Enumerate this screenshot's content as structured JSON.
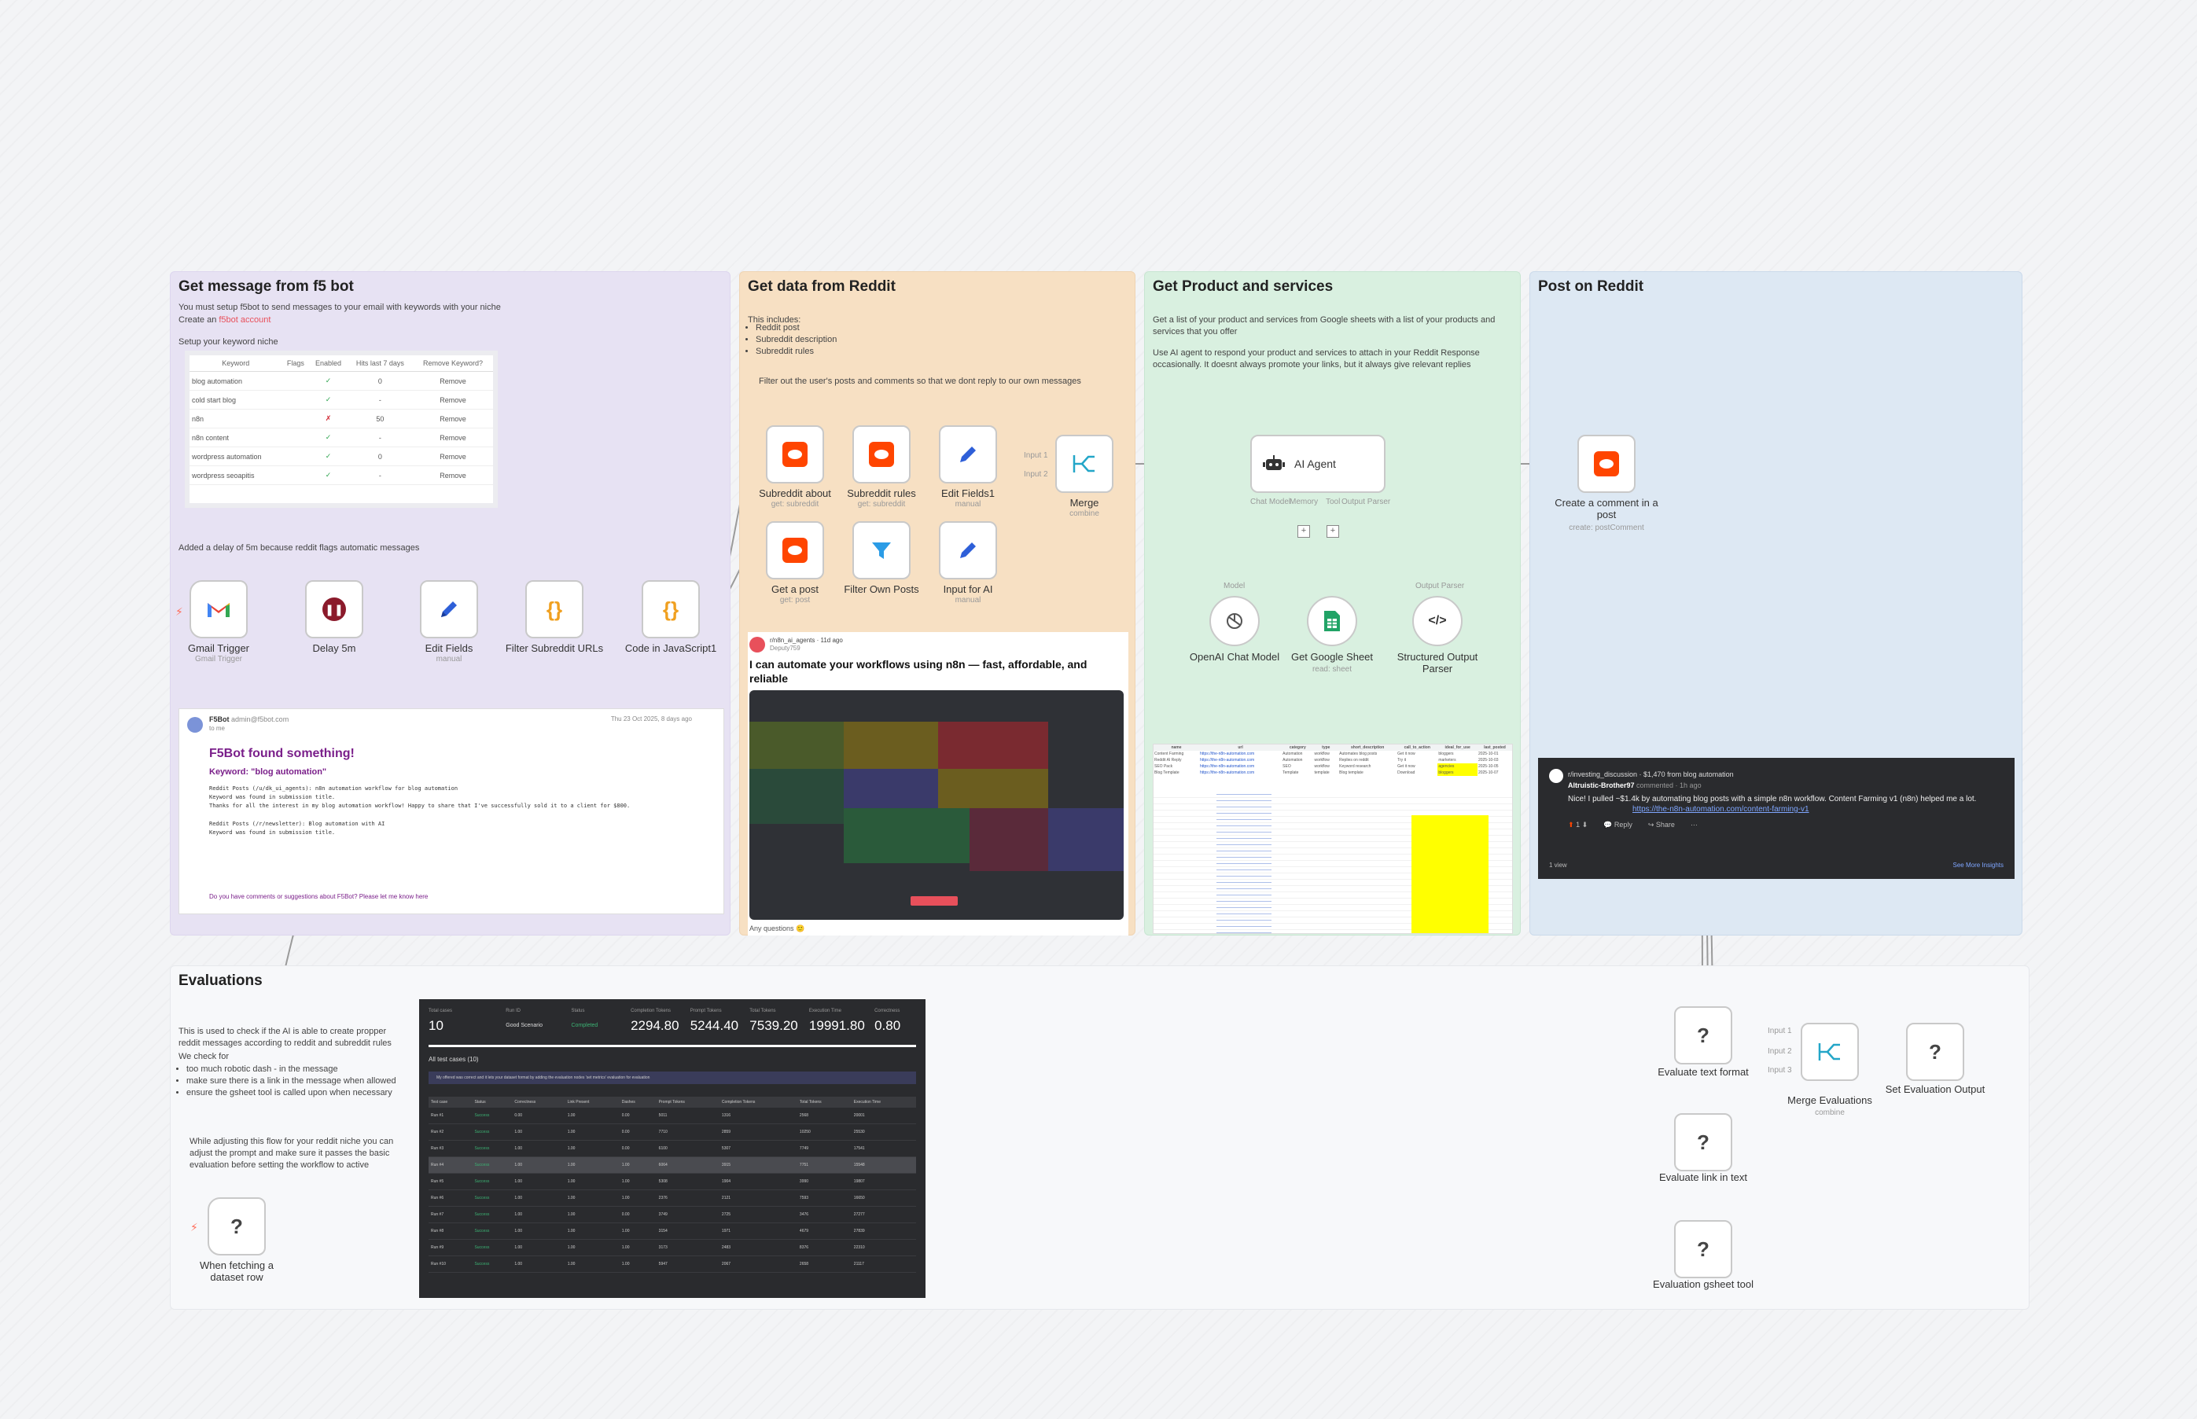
{
  "sections": {
    "f5bot": {
      "title": "Get message from f5 bot",
      "line1": "You must setup f5bot to send messages to your email with keywords with your niche",
      "line2_prefix": "Create an ",
      "line2_link": "f5bot account",
      "setup_label": "Setup your keyword niche",
      "delay_note": "Added a delay of 5m because reddit flags automatic messages"
    },
    "reddit": {
      "title": "Get data from Reddit",
      "includes": "This includes:",
      "bullets": [
        "Reddit post",
        "Subreddit description",
        "Subreddit rules"
      ],
      "filter_note": "Filter out the user's posts and comments so that we dont reply to our own messages"
    },
    "products": {
      "title": "Get Product and services",
      "line1": "Get a list of your product and services from Google sheets with a list of your products and services that you offer",
      "line2": "Use AI agent to respond your product and services to attach in your Reddit Response occasionally. It doesnt always promote your links, but it always give relevant replies"
    },
    "post": {
      "title": "Post on Reddit"
    },
    "evaluations": {
      "title": "Evaluations",
      "line1": "This is used to check if the AI is able to create propper reddit messages according to reddit and subreddit rules",
      "we_check": "We check for",
      "bullets": [
        "too much robotic dash - in the message",
        "make sure there is a link in the message when allowed",
        "ensure the gsheet tool is called upon when necessary"
      ],
      "tip": "While adjusting this flow for your reddit niche you can adjust the prompt and make sure it passes the basic evaluation before setting the workflow to active"
    }
  },
  "keyword_table": {
    "headers": [
      "Keyword",
      "Flags",
      "Enabled",
      "Hits last 7 days",
      "Remove Keyword?"
    ],
    "rows": [
      [
        "blog automation",
        "",
        "✓",
        "0",
        "Remove"
      ],
      [
        "cold start blog",
        "",
        "✓",
        "-",
        "Remove"
      ],
      [
        "n8n",
        "",
        "✗",
        "50",
        "Remove"
      ],
      [
        "n8n content",
        "",
        "✓",
        "-",
        "Remove"
      ],
      [
        "wordpress automation",
        "",
        "✓",
        "0",
        "Remove"
      ],
      [
        "wordpress seoapitis",
        "",
        "✓",
        "-",
        "Remove"
      ]
    ]
  },
  "nodes": {
    "gmail_trigger": {
      "label": "Gmail Trigger",
      "sub": "Gmail Trigger"
    },
    "delay": {
      "label": "Delay 5m"
    },
    "edit_fields": {
      "label": "Edit Fields",
      "sub": "manual"
    },
    "filter_urls": {
      "label": "Filter Subreddit URLs"
    },
    "code_js": {
      "label": "Code in JavaScript1"
    },
    "subreddit_about": {
      "label": "Subreddit about",
      "sub": "get: subreddit"
    },
    "subreddit_rules": {
      "label": "Subreddit rules",
      "sub": "get: subreddit"
    },
    "edit_fields1": {
      "label": "Edit Fields1",
      "sub": "manual"
    },
    "get_post": {
      "label": "Get a post",
      "sub": "get: post"
    },
    "filter_own": {
      "label": "Filter Own Posts"
    },
    "input_ai": {
      "label": "Input for AI",
      "sub": "manual"
    },
    "merge": {
      "label": "Merge",
      "sub": "combine",
      "input1": "Input 1",
      "input2": "Input 2"
    },
    "ai_agent": {
      "label": "AI Agent",
      "chat_model": "Chat Model",
      "memory": "Memory",
      "tool": "Tool",
      "output_parser": "Output Parser"
    },
    "openai": {
      "label": "OpenAI Chat Model",
      "top": "Model"
    },
    "gsheet": {
      "label": "Get Google Sheet",
      "sub": "read: sheet"
    },
    "structured": {
      "label": "Structured Output Parser",
      "top": "Output Parser"
    },
    "create_comment": {
      "label": "Create a comment in a post",
      "sub": "create: postComment"
    },
    "when_fetching": {
      "label": "When fetching a dataset row"
    },
    "eval_text": {
      "label": "Evaluate text format"
    },
    "eval_link": {
      "label": "Evaluate link in text"
    },
    "eval_gsheet": {
      "label": "Evaluation gsheet tool"
    },
    "merge_evals": {
      "label": "Merge Evaluations",
      "sub": "combine",
      "in1": "Input 1",
      "in2": "Input 2",
      "in3": "Input 3"
    },
    "set_eval": {
      "label": "Set Evaluation Output"
    }
  },
  "email": {
    "from": "F5Bot",
    "from_addr": "admin@f5bot.com",
    "to": "to me",
    "date": "Thu 23 Oct 2025, 8 days ago",
    "heading": "F5Bot found something!",
    "keyword": "Keyword: \"blog automation\"",
    "body1": "Reddit Posts (/u/dk_ui_agents): n8n automation workflow for blog automation",
    "body2": "Keyword was found in submission title.",
    "body3": "Thanks for all the interest in my blog automation workflow! Happy to share that I've successfully sold it to a client for $800.",
    "body4": "Reddit Posts (/r/newsletter): Blog automation with AI",
    "body5": "Keyword was found in submission title.",
    "footer": "Do you have comments or suggestions about F5Bot? Please let me know here"
  },
  "reddit_post": {
    "user": "r/n8n_ai_agents · 11d ago",
    "sub_user": "Deputy759",
    "title": "I can automate your workflows using n8n — fast, affordable, and reliable",
    "footer": "Any questions 🙂"
  },
  "comment": {
    "thread": "r/investing_discussion · $1,470 from blog automation",
    "author": "Altruistic-Brother97",
    "meta": "commented · 1h ago",
    "text": "Nice! I pulled ~$1.4k by automating blog posts with a simple n8n workflow. Content Farming v1 (n8n) helped me a lot.",
    "link": "https://the-n8n-automation.com/content-farming-v1",
    "actions": [
      "1",
      "Reply",
      "Share"
    ],
    "views": "1 view",
    "insights": "See More Insights"
  },
  "eval_screen": {
    "metrics": [
      {
        "label": "Total cases",
        "value": "10"
      },
      {
        "label": "Run ID",
        "value": "Good Scenario"
      },
      {
        "label": "Status",
        "value": "Completed"
      },
      {
        "label": "Completion Tokens",
        "value": "2294.80"
      },
      {
        "label": "Prompt Tokens",
        "value": "5244.40"
      },
      {
        "label": "Total Tokens",
        "value": "7539.20"
      },
      {
        "label": "Execution Time",
        "value": "19991.80"
      },
      {
        "label": "Correctness",
        "value": "0.80"
      }
    ],
    "table_title": "All test cases (10)",
    "info": "My offered was correct and it lets your dataset format by adding the evaluation nodes 'set metrics' evaluation for evaluation",
    "columns": [
      "Test case",
      "Status",
      "Correctness",
      "Link Present",
      "Dashes",
      "Prompt Tokens",
      "Completion Tokens",
      "Total Tokens",
      "Execution Time"
    ],
    "rows": [
      [
        "Run #1",
        "Success",
        "0.00",
        "1.00",
        "0.00",
        "5011",
        "1316",
        "2568",
        "20001"
      ],
      [
        "Run #2",
        "Success",
        "1.00",
        "1.00",
        "0.00",
        "7710",
        "2859",
        "10250",
        "25530"
      ],
      [
        "Run #3",
        "Success",
        "1.00",
        "1.00",
        "0.00",
        "6100",
        "5307",
        "7749",
        "17541"
      ],
      [
        "Run #4",
        "Success",
        "1.00",
        "1.00",
        "1.00",
        "6064",
        "3915",
        "7751",
        "15548"
      ],
      [
        "Run #5",
        "Success",
        "1.00",
        "1.00",
        "1.00",
        "5308",
        "1904",
        "3990",
        "19807"
      ],
      [
        "Run #6",
        "Success",
        "1.00",
        "1.00",
        "1.00",
        "2376",
        "2121",
        "7593",
        "16650"
      ],
      [
        "Run #7",
        "Success",
        "1.00",
        "1.00",
        "0.00",
        "3749",
        "2725",
        "3476",
        "27277"
      ],
      [
        "Run #8",
        "Success",
        "1.00",
        "1.00",
        "1.00",
        "3154",
        "1971",
        "4679",
        "27839"
      ],
      [
        "Run #9",
        "Success",
        "1.00",
        "1.00",
        "1.00",
        "3173",
        "2483",
        "8376",
        "22310"
      ],
      [
        "Run #10",
        "Success",
        "1.00",
        "1.00",
        "1.00",
        "5947",
        "2067",
        "2658",
        "21117"
      ]
    ]
  },
  "sheet": {
    "headers": [
      "name",
      "url",
      "category",
      "type",
      "short_description",
      "call_to_action",
      "ideal_for_use",
      "last_posted"
    ],
    "rows": [
      [
        "Content Farming",
        "https://the-n8n-automation.com",
        "Automation",
        "workflow",
        "Automates blog posts",
        "Get it now",
        "bloggers",
        "2025-10-01"
      ],
      [
        "Reddit AI Reply",
        "https://the-n8n-automation.com",
        "Automation",
        "workflow",
        "Replies on reddit",
        "Try it",
        "marketers",
        "2025-10-03"
      ],
      [
        "SEO Pack",
        "https://the-n8n-automation.com",
        "SEO",
        "workflow",
        "Keyword research",
        "Get it now",
        "agencies",
        "2025-10-05"
      ],
      [
        "Blog Template",
        "https://the-n8n-automation.com",
        "Template",
        "template",
        "Blog template",
        "Download",
        "bloggers",
        "2025-10-07"
      ]
    ]
  },
  "colors": {
    "purple": "#e7e2f3",
    "orange": "#f7e0c3",
    "green": "#d9f0e0",
    "blue": "#dde8f3",
    "reddit": "#ff4500",
    "link": "#e8505b"
  }
}
